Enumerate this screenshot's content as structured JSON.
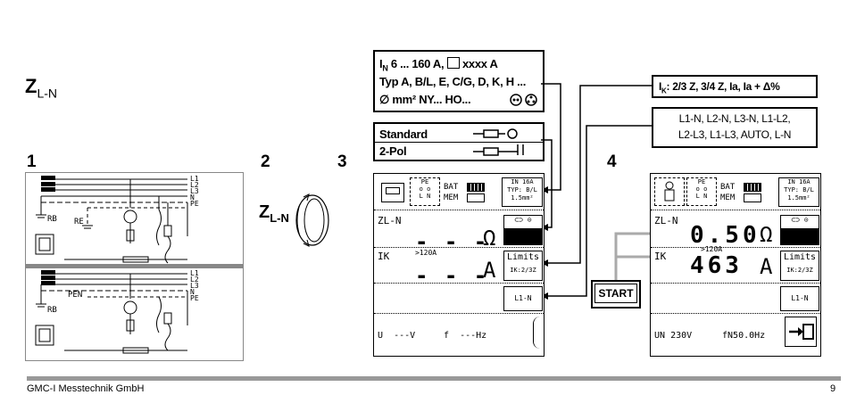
{
  "heading": {
    "symbol": "Z",
    "sub": "L-N"
  },
  "steps": [
    "1",
    "2",
    "3",
    "4"
  ],
  "rotary": {
    "symbol": "Z",
    "sub": "L-N"
  },
  "fuse_box": {
    "line1": "I",
    "line1_sub": "N",
    "line1_rest": " 6 ... 160 A, ",
    "line1_tail": " xxxx A",
    "line2": "Typ A, B/L, E, C/G, D, K, H ...",
    "line3": "∅ mm² NY... HO..."
  },
  "mode_box": {
    "standard": "Standard",
    "two_pol": "2-Pol"
  },
  "ik_box": {
    "label": "I",
    "label_sub": "K",
    "text": ": 2/3 Z, 3/4 Z, Ia, Ia + Δ%"
  },
  "phase_box": {
    "line1": "L1-N, L2-N, L3-N, L1-L2,",
    "line2": "L2-L3, L1-L3, AUTO, L-N"
  },
  "start_button": "START",
  "screen3": {
    "pe": "PE",
    "ln": "L N",
    "bat": "BAT",
    "mem": "MEM",
    "in_line1": "IN 16A",
    "in_line2": "TYP: B/L",
    "in_line3": "1.5mm²",
    "z_label": "ZL-N",
    "z_value": "- - -",
    "z_unit": "Ω",
    "ik_label": "IK",
    "ik_hint": ">120A",
    "ik_value": "- - -",
    "ik_unit": "A",
    "limits": "Limits",
    "limits_sub": "IK:2/3Z",
    "phase": "L1-N",
    "u_label": "U",
    "u_value": "---V",
    "f_label": "f",
    "f_value": "---Hz"
  },
  "screen4": {
    "pe": "PE",
    "ln": "L N",
    "bat": "BAT",
    "mem": "MEM",
    "in_line1": "IN 16A",
    "in_line2": "TYP: B/L",
    "in_line3": "1.5mm²",
    "z_label": "ZL-N",
    "z_value": "0.50",
    "z_unit": "Ω",
    "ik_label": "IK",
    "ik_hint": ">120A",
    "ik_value": "463",
    "ik_unit": "A",
    "limits": "Limits",
    "limits_sub": "IK:2/3Z",
    "phase": "L1-N",
    "u_label": "UN",
    "u_value": "230V",
    "f_label": "fN",
    "f_value": "50.0Hz"
  },
  "diagram1": {
    "l1": "L1",
    "l2": "L2",
    "l3": "L3",
    "n": "N",
    "pe": "PE",
    "rb": "RB",
    "re": "RE",
    "pen": "PEN"
  },
  "footer": {
    "company": "GMC-I Messtechnik GmbH",
    "page": "9"
  }
}
